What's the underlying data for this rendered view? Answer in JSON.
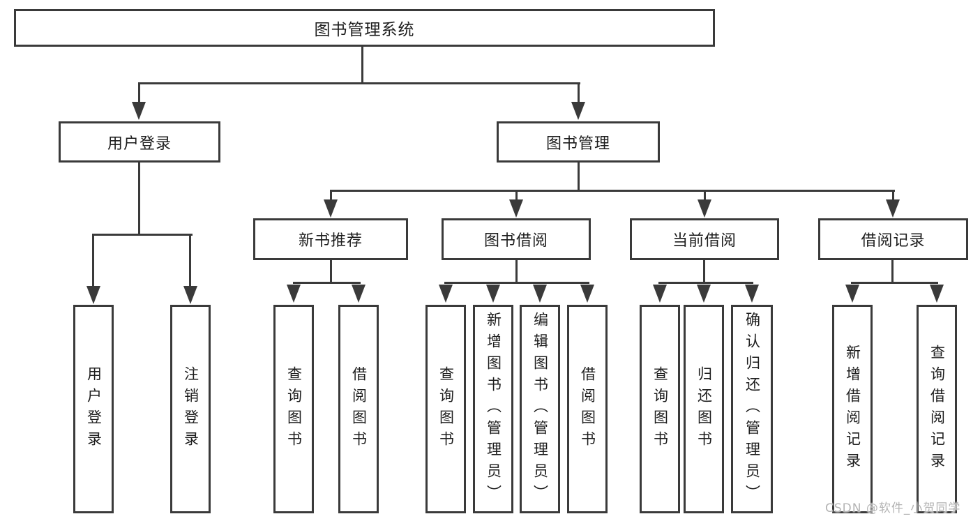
{
  "diagram_title": "图书管理系统",
  "watermark": "CSDN @软件_小贺同学",
  "colors": {
    "border": "#3a3a3a",
    "line": "#3a3a3a",
    "text": "#1d1d1d",
    "watermark": "#b4b4b4",
    "background": "#ffffff"
  },
  "nodes": {
    "root": "图书管理系统",
    "user_login": "用户登录",
    "book_management": "图书管理",
    "new_book_recommend": "新书推荐",
    "book_borrow": "图书借阅",
    "current_borrow": "当前借阅",
    "borrow_records": "借阅记录",
    "login": "用户登录",
    "logout": "注销登录",
    "nb_query_books": "查询图书",
    "nb_borrow_books": "借阅图书",
    "bb_query_books": "查询图书",
    "bb_add_books": "新增图书（管理员）",
    "bb_edit_books": "编辑图书（管理员）",
    "bb_borrow_books": "借阅图书",
    "cb_query_books": "查询图书",
    "cb_return_books": "归还图书",
    "cb_confirm_return": "确认归还（管理员）",
    "br_add_record": "新增借阅记录",
    "br_query_record": "查询借阅记录"
  }
}
